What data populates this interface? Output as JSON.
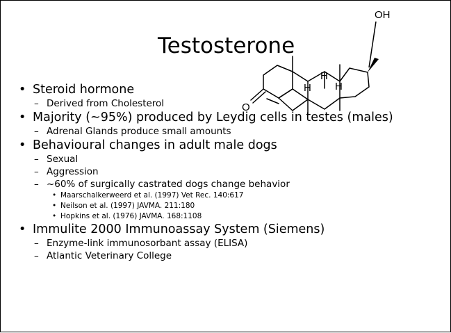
{
  "slide": {
    "title": "Testosterone",
    "molecule": {
      "oh": "OH",
      "h": "H",
      "o": "O"
    },
    "bullets": [
      {
        "text": "Steroid hormone",
        "sub": [
          {
            "text": "Derived from Cholesterol"
          }
        ]
      },
      {
        "text": "Majority (~95%) produced by Leydig cells in testes (males)",
        "sub": [
          {
            "text": "Adrenal Glands produce small amounts"
          }
        ]
      },
      {
        "text": "Behavioural changes in adult male dogs",
        "sub": [
          {
            "text": "Sexual"
          },
          {
            "text": "Aggression"
          },
          {
            "text": "~60% of surgically castrated dogs change behavior",
            "sub": [
              "Maarschalkerweerd et al. (1997) Vet Rec. 140:617",
              "Neilson et al. (1997) JAVMA. 211:180",
              "Hopkins et al. (1976) JAVMA. 168:1108"
            ]
          }
        ]
      },
      {
        "text": "Immulite 2000 Immunoassay System (Siemens)",
        "sub": [
          {
            "text": "Enzyme-link immunosorbant assay (ELISA)"
          },
          {
            "text": "Atlantic Veterinary College"
          }
        ]
      }
    ],
    "markers": {
      "bullet": "•",
      "dash": "–"
    }
  }
}
